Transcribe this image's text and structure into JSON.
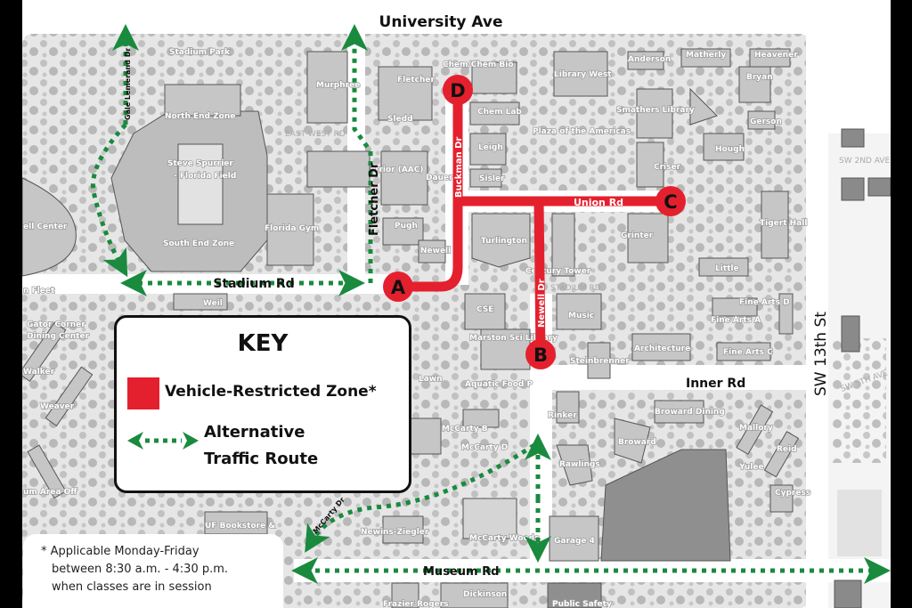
{
  "colors": {
    "restricted_zone": "#e5202e",
    "alternative_route": "#1a8a3e",
    "building": "#c8c8c8",
    "trees": "#a9a9a9"
  },
  "roads": {
    "university_ave": "University Ave",
    "stadium_rd": "Stadium Rd",
    "fletcher_dr": "Fletcher Dr",
    "gale_lemerand_dr": "Gale Lemerand Dr",
    "buckman_dr": "Buckman Dr",
    "union_rd": "Union Rd",
    "newell_dr": "Newell Dr",
    "inner_rd": "Inner Rd",
    "sw_13th_st": "SW 13th St",
    "museum_rd": "Museum Rd",
    "mccarty_dr": "McCarty Dr",
    "east_west_rd": "EAST WEST RD",
    "stadium_rd_faint": "STADIUM RD",
    "sw_2nd_ave": "SW 2ND AVE",
    "sw_5th_ave": "SW 5TH AVE"
  },
  "points": {
    "a": "A",
    "b": "B",
    "c": "C",
    "d": "D"
  },
  "buildings": [
    "Stadium Park",
    "North End Zone",
    "Steve Spurrier",
    "- Florida Field",
    "South End Zone",
    "ell Center",
    "Florida Gym",
    "Murphree",
    "Fletcher",
    "Sledd",
    "rrior (AAC)",
    "Dauer",
    "Pugh",
    "Newell",
    "Chem/Chem Bio",
    "Chem Lab",
    "Leigh",
    "Sisler",
    "Library West",
    "Plaza of the Americas",
    "Smathers Library",
    "Anderson",
    "Matherly",
    "Heavener",
    "Bryan",
    "Gerson",
    "Hough",
    "Criser",
    "Tigert Hall",
    "Grinter",
    "Little",
    "Turlington",
    "Century Tower",
    "CSE",
    "Music",
    "Marston Sci Library",
    "Fine Arts D",
    "Fine Arts A",
    "Fine Arts C",
    "Architecture",
    "Steinbrenner",
    "Aquatic Food P",
    "Rinker",
    "Broward Dining",
    "Broward",
    "Rawlings",
    "Mallory",
    "Reid",
    "Yulee",
    "Cypress",
    "Garage 4",
    "McCarty Woods",
    "McCarty D",
    "McCarty B",
    "Newins-Ziegler",
    "UF Bookstore &",
    "Dickinson",
    "Frazier Rogers",
    "Public Safety",
    "Weil",
    "Gator Corner",
    "Dining Center",
    "Weaver",
    "Walker",
    "n Fleet",
    "um Area Off",
    "Lawn"
  ],
  "key": {
    "title": "KEY",
    "restricted_label": "Vehicle-Restricted Zone*",
    "route_label_line1": "Alternative",
    "route_label_line2": "Traffic Route"
  },
  "note": {
    "line1": "* Applicable Monday-Friday",
    "line2": "between 8:30 a.m. - 4:30 p.m.",
    "line3": "when classes are in session"
  }
}
